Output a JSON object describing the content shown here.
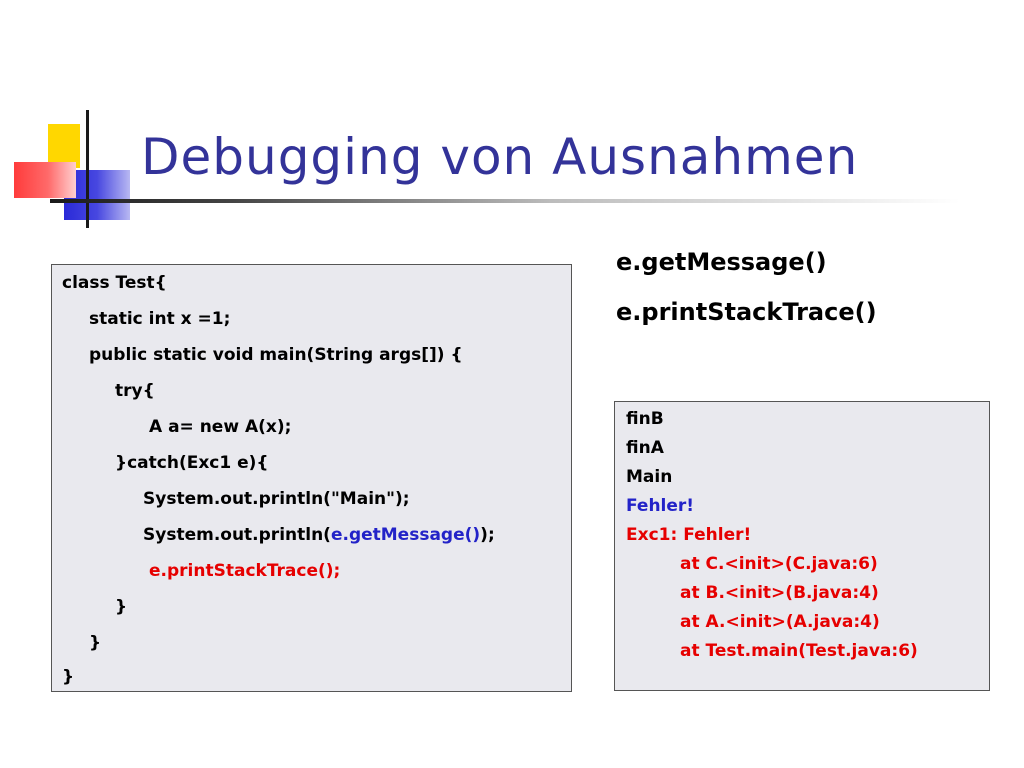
{
  "slide": {
    "title": "Debugging von Ausnahmen"
  },
  "methods": [
    "e.getMessage()",
    "e.printStackTrace()"
  ],
  "code": {
    "lines": [
      "class Test{",
      "static int x =1;",
      "public static void main(String args[]) {",
      "try{",
      "A a= new A(x);",
      "}catch(Exc1 e){",
      "System.out.println(\"Main\");",
      "System.out.println(",
      "e.getMessage()",
      ");",
      "e.printStackTrace();",
      "}",
      "}",
      "}"
    ]
  },
  "output": {
    "lines": [
      "finB",
      "finA",
      "Main",
      "Fehler!",
      "Exc1: Fehler!",
      "at C.<init>(C.java:6)",
      "at B.<init>(B.java:4)",
      "at A.<init>(A.java:4)",
      "at Test.main(Test.java:6)"
    ]
  },
  "colors": {
    "title": "#333399",
    "highlight_blue": "#2323c8",
    "highlight_red": "#e60000",
    "box_background": "#e9e9ee"
  }
}
